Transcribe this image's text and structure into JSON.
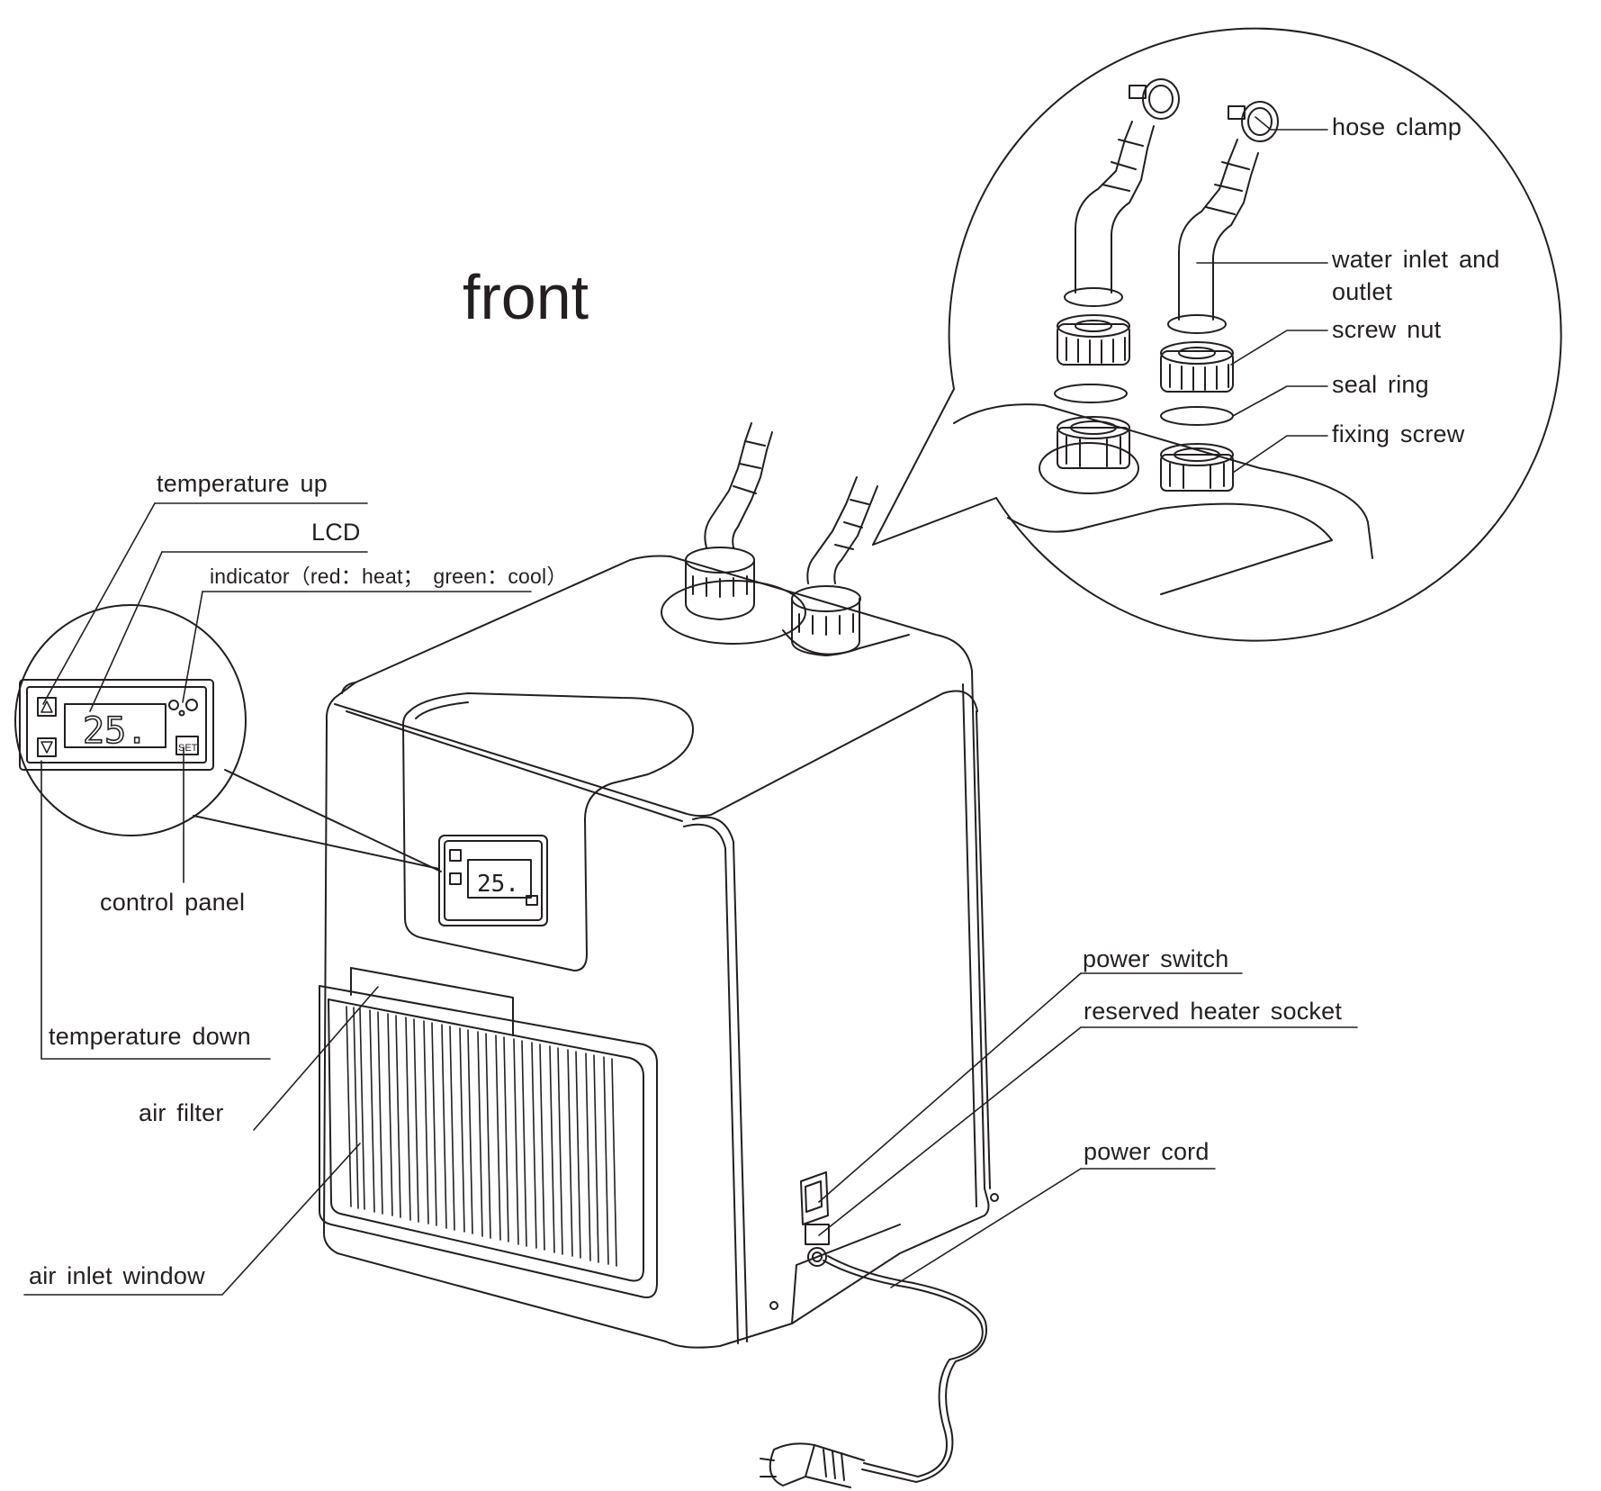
{
  "title": "front",
  "labels": {
    "temperature_up": "temperature  up",
    "lcd": "LCD",
    "indicator": "indicator（red：heat；  green：cool）",
    "control_panel": "control panel",
    "temperature_down": "temperature  down",
    "air_filter": "air  filter",
    "air_inlet_window": "air  inlet  window",
    "hose_clamp": "hose clamp",
    "water_inlet_outlet_1": "water  inlet  and",
    "water_inlet_outlet_2": "outlet",
    "screw_nut": "screw  nut",
    "seal_ring": "seal  ring",
    "fixing_screw": "fixing screw",
    "power_switch": "power  switch",
    "reserved_heater_socket": "reserved heater socket",
    "power_cord": "power cord"
  },
  "panel": {
    "lcd_reading": "25.",
    "set_button": "SET"
  },
  "colors": {
    "line": "#231f20",
    "background": "#ffffff"
  }
}
